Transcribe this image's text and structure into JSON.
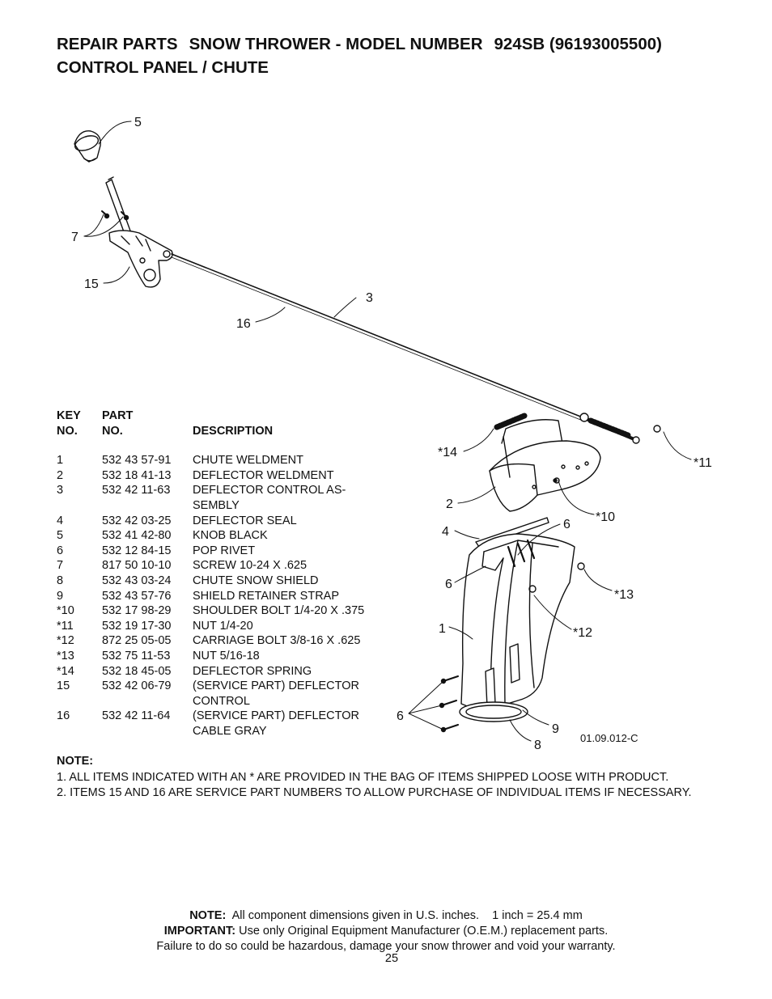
{
  "header": {
    "line1_a": "REPAIR PARTS",
    "line1_b": "SNOW THROWER - MODEL NUMBER",
    "line1_c": "924SB (96193005500)",
    "line2": "CONTROL PANEL / CHUTE"
  },
  "diagram": {
    "callouts": [
      "5",
      "7",
      "15",
      "16",
      "3",
      "*14",
      "*11",
      "2",
      "*10",
      "4",
      "6",
      "6",
      "*13",
      "1",
      "*12",
      "6",
      "9",
      "8"
    ],
    "drawing_number": "01.09.012-C"
  },
  "table": {
    "headers": {
      "key_l1": "KEY",
      "key_l2": "NO.",
      "part_l1": "PART",
      "part_l2": "NO.",
      "desc": "DESCRIPTION"
    },
    "rows": [
      {
        "key": "1",
        "part": "532 43 57-91",
        "desc": [
          "CHUTE WELDMENT"
        ]
      },
      {
        "key": "2",
        "part": "532 18 41-13",
        "desc": [
          "DEFLECTOR WELDMENT"
        ]
      },
      {
        "key": "3",
        "part": "532 42 11-63",
        "desc": [
          "DEFLECTOR CONTROL AS-",
          "SEMBLY"
        ]
      },
      {
        "key": "4",
        "part": "532 42 03-25",
        "desc": [
          "DEFLECTOR SEAL"
        ]
      },
      {
        "key": "5",
        "part": "532 41 42-80",
        "desc": [
          "KNOB BLACK"
        ]
      },
      {
        "key": "6",
        "part": "532 12 84-15",
        "desc": [
          "POP RIVET"
        ]
      },
      {
        "key": "7",
        "part": "817 50 10-10",
        "desc": [
          "SCREW 10-24 X .625"
        ]
      },
      {
        "key": "8",
        "part": "532 43 03-24",
        "desc": [
          "CHUTE SNOW SHIELD"
        ]
      },
      {
        "key": "9",
        "part": "532 43 57-76",
        "desc": [
          "SHIELD RETAINER STRAP"
        ]
      },
      {
        "key": "*10",
        "part": "532 17 98-29",
        "desc": [
          "SHOULDER BOLT 1/4-20 X .375"
        ]
      },
      {
        "key": "*11",
        "part": "532 19 17-30",
        "desc": [
          "NUT 1/4-20"
        ]
      },
      {
        "key": "*12",
        "part": "872 25 05-05",
        "desc": [
          "CARRIAGE BOLT 3/8-16 X .625"
        ]
      },
      {
        "key": "*13",
        "part": "532 75 11-53",
        "desc": [
          "NUT 5/16-18"
        ]
      },
      {
        "key": "*14",
        "part": "532 18 45-05",
        "desc": [
          "DEFLECTOR SPRING"
        ]
      },
      {
        "key": "15",
        "part": "532 42 06-79",
        "desc": [
          "(SERVICE PART) DEFLECTOR",
          "CONTROL"
        ]
      },
      {
        "key": "16",
        "part": "532 42 11-64",
        "desc": [
          "(SERVICE PART) DEFLECTOR",
          "CABLE GRAY"
        ]
      }
    ]
  },
  "notes": {
    "heading": "NOTE:",
    "items": [
      "1. ALL ITEMS INDICATED WITH AN * ARE PROVIDED IN THE BAG OF ITEMS SHIPPED LOOSE WITH PRODUCT.",
      "2. ITEMS 15 AND 16 ARE SERVICE PART NUMBERS TO ALLOW PURCHASE OF INDIVIDUAL ITEMS IF NECESSARY."
    ]
  },
  "footer": {
    "note_label": "NOTE:",
    "note_text": "All component dimensions given in U.S. inches.",
    "conversion": "1 inch = 25.4 mm",
    "important_label": "IMPORTANT:",
    "important_text": "Use only Original Equipment Manufacturer (O.E.M.) replacement parts.",
    "warning": "Failure to do so could be hazardous, damage your snow thrower and void your warranty.",
    "page_number": "25"
  }
}
